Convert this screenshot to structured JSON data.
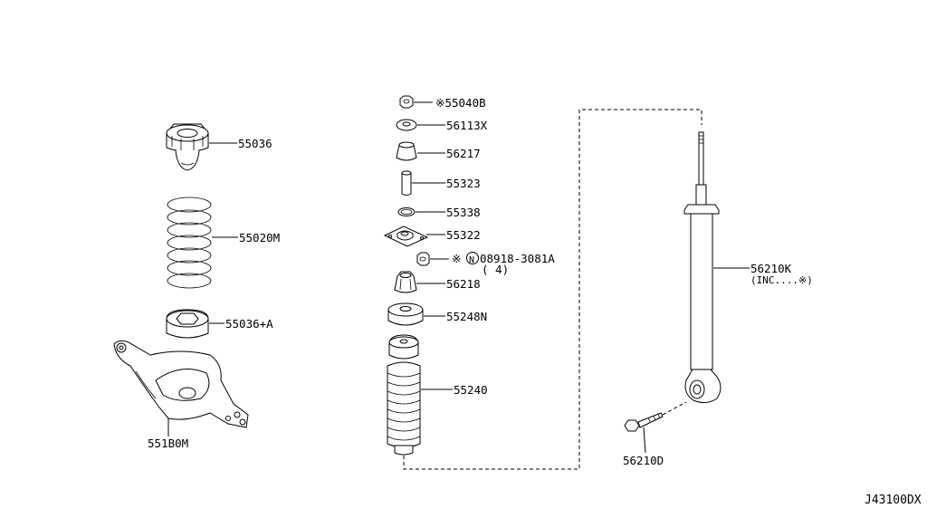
{
  "diagram": {
    "drawing_code": "J43100DX",
    "parts": [
      {
        "id": "p-55040b",
        "label": "※55040B"
      },
      {
        "id": "p-56113x",
        "label": "56113X"
      },
      {
        "id": "p-56217",
        "label": "56217"
      },
      {
        "id": "p-55323",
        "label": "55323"
      },
      {
        "id": "p-55338",
        "label": "55338"
      },
      {
        "id": "p-55322",
        "label": "55322"
      },
      {
        "id": "p-08918",
        "label": "※",
        "label_n": "N",
        "label_num": "08918-3081A",
        "label_qty": "( 4)"
      },
      {
        "id": "p-56218",
        "label": "56218"
      },
      {
        "id": "p-55248n",
        "label": "55248N"
      },
      {
        "id": "p-55240",
        "label": "55240"
      },
      {
        "id": "p-55036",
        "label": "55036"
      },
      {
        "id": "p-55020m",
        "label": "55020M"
      },
      {
        "id": "p-55036a",
        "label": "55036+A"
      },
      {
        "id": "p-551b0m",
        "label": "551B0M"
      },
      {
        "id": "p-56210k",
        "label": "56210K",
        "label_note": "(INC....※)"
      },
      {
        "id": "p-56210d",
        "label": "56210D"
      }
    ]
  }
}
